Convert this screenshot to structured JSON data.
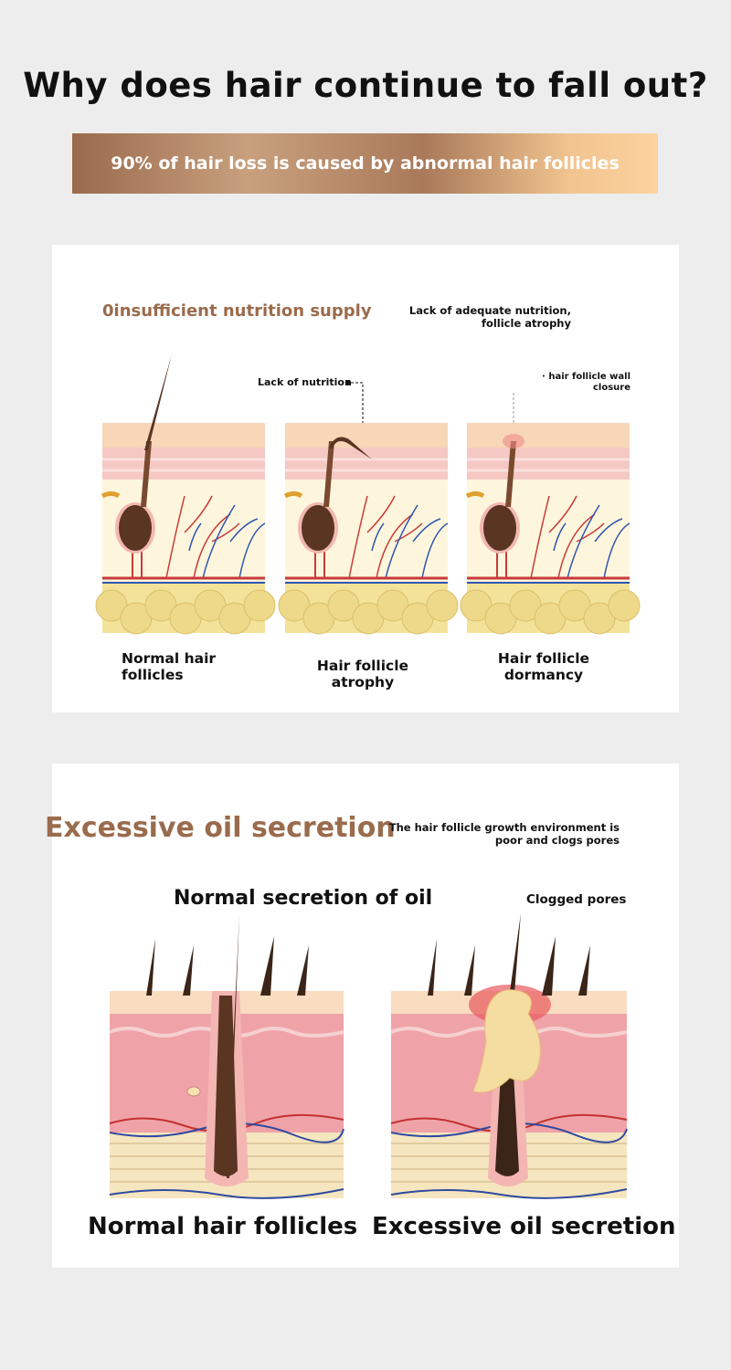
{
  "title": "Why does hair continue to fall out?",
  "banner": "90% of hair loss is caused by abnormal hair follicles",
  "section1": {
    "heading": "0insufficient nutrition supply",
    "description": "Lack of adequate nutrition, follicle atrophy",
    "annotation_nutrition": "Lack of nutrition",
    "annotation_wall": "· hair follicle wall closure",
    "captions": [
      "Normal hair follicles",
      "Hair follicle atrophy",
      "Hair follicle dormancy"
    ]
  },
  "section2": {
    "heading": "Excessive oil secretion",
    "description": "The hair follicle growth environment is poor and clogs pores",
    "subtitle": "Normal secretion of oil",
    "annotation_clogged": "Clogged pores",
    "captions": [
      "Normal hair follicles",
      "Excessive oil secretion"
    ]
  },
  "colors": {
    "accent": "#9a6b4c",
    "background": "#ededed"
  }
}
